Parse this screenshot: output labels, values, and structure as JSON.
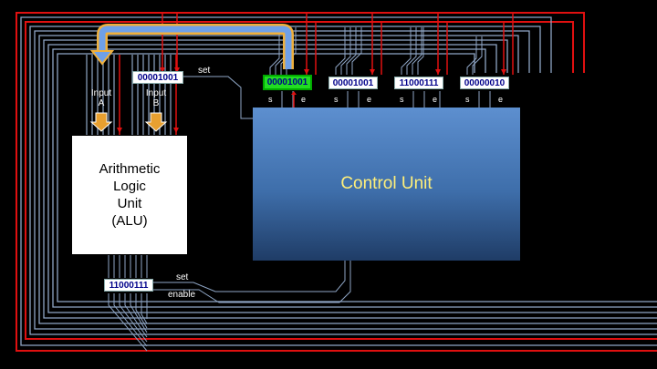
{
  "alu": {
    "label": "Arithmetic\nLogic\nUnit\n(ALU)"
  },
  "control_unit": {
    "label": "Control Unit"
  },
  "inputs": {
    "a_label": "Input\nA",
    "b_label": "Input\nB"
  },
  "input_b_register": "00001001",
  "output_register": "11000111",
  "cu_registers": [
    "00001001",
    "00001001",
    "11000111",
    "00000010"
  ],
  "signal_labels": {
    "set": "set",
    "enable": "enable",
    "s": "s",
    "e": "e"
  },
  "colors": {
    "bus_line": "#8fa6c6",
    "control_wire": "#e01010",
    "highlight_bus": "#6fa0e8",
    "highlight_border": "#f0b03c",
    "register_active": "#22dd22"
  }
}
